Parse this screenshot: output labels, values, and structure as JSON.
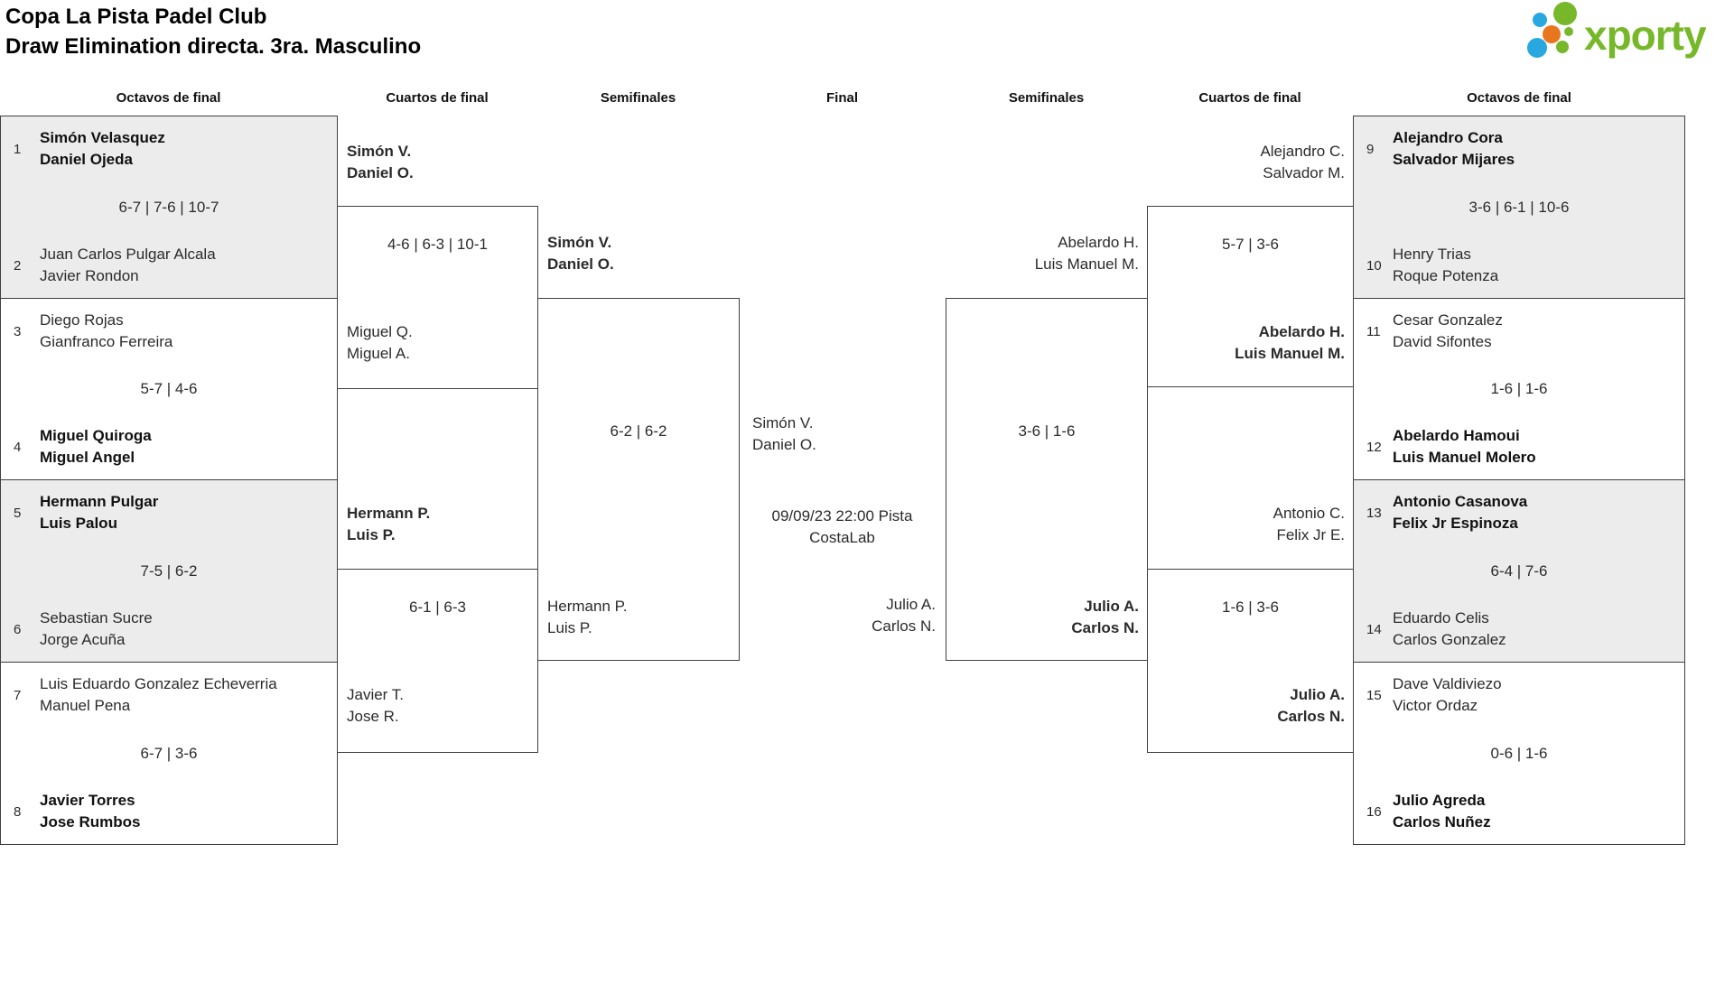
{
  "header": {
    "title_line1": "Copa La Pista Padel Club",
    "title_line2": "Draw Elimination directa. 3ra. Masculino",
    "logo_text": "xporty"
  },
  "colors": {
    "logo_green": "#76b82a",
    "logo_blue": "#29a8e0",
    "logo_orange": "#e8761e",
    "shaded_box": "#ececec",
    "line": "#3f3f3f"
  },
  "round_headers": [
    "Octavos de final",
    "Cuartos de final",
    "Semifinales",
    "Final",
    "Semifinales",
    "Cuartos de final",
    "Octavos de final"
  ],
  "octavos_left": [
    {
      "top": {
        "seed": "1",
        "line1": "Simón Velasquez",
        "line2": "Daniel Ojeda",
        "winner": true
      },
      "score": "6-7 | 7-6 | 10-7",
      "bottom": {
        "seed": "2",
        "line1": "Juan Carlos Pulgar Alcala",
        "line2": "Javier Rondon",
        "winner": false
      }
    },
    {
      "top": {
        "seed": "3",
        "line1": "Diego Rojas",
        "line2": "Gianfranco Ferreira",
        "winner": false
      },
      "score": "5-7 | 4-6",
      "bottom": {
        "seed": "4",
        "line1": "Miguel Quiroga",
        "line2": "Miguel Angel",
        "winner": true
      }
    },
    {
      "top": {
        "seed": "5",
        "line1": "Hermann Pulgar",
        "line2": "Luis Palou",
        "winner": true
      },
      "score": "7-5 | 6-2",
      "bottom": {
        "seed": "6",
        "line1": "Sebastian Sucre",
        "line2": "Jorge Acuña",
        "winner": false
      }
    },
    {
      "top": {
        "seed": "7",
        "line1": "Luis Eduardo Gonzalez Echeverria",
        "line2": "Manuel Pena",
        "winner": false
      },
      "score": "6-7 | 3-6",
      "bottom": {
        "seed": "8",
        "line1": "Javier Torres",
        "line2": "Jose Rumbos",
        "winner": true
      }
    }
  ],
  "octavos_right": [
    {
      "top": {
        "seed": "9",
        "line1": "Alejandro Cora",
        "line2": "Salvador Mijares",
        "winner": true
      },
      "score": "3-6 | 6-1 | 10-6",
      "bottom": {
        "seed": "10",
        "line1": "Henry Trias",
        "line2": "Roque Potenza",
        "winner": false
      }
    },
    {
      "top": {
        "seed": "11",
        "line1": "Cesar Gonzalez",
        "line2": "David Sifontes",
        "winner": false
      },
      "score": "1-6 | 1-6",
      "bottom": {
        "seed": "12",
        "line1": "Abelardo Hamoui",
        "line2": "Luis Manuel Molero",
        "winner": true
      }
    },
    {
      "top": {
        "seed": "13",
        "line1": "Antonio Casanova",
        "line2": "Felix Jr Espinoza",
        "winner": true
      },
      "score": "6-4 | 7-6",
      "bottom": {
        "seed": "14",
        "line1": "Eduardo Celis",
        "line2": "Carlos Gonzalez",
        "winner": false
      }
    },
    {
      "top": {
        "seed": "15",
        "line1": "Dave Valdiviezo",
        "line2": "Victor Ordaz",
        "winner": false
      },
      "score": "0-6 | 1-6",
      "bottom": {
        "seed": "16",
        "line1": "Julio Agreda",
        "line2": "Carlos Nuñez",
        "winner": true
      }
    }
  ],
  "cuartos_left": [
    {
      "top": {
        "line1": "Simón V.",
        "line2": "Daniel O.",
        "winner": true
      },
      "score": "4-6 | 6-3 | 10-1",
      "bottom": {
        "line1": "Miguel Q.",
        "line2": "Miguel A.",
        "winner": false
      }
    },
    {
      "top": {
        "line1": "Hermann P.",
        "line2": "Luis P.",
        "winner": true
      },
      "score": "6-1 | 6-3",
      "bottom": {
        "line1": "Javier T.",
        "line2": "Jose R.",
        "winner": false
      }
    }
  ],
  "cuartos_right": [
    {
      "top": {
        "line1": "Alejandro C.",
        "line2": "Salvador M.",
        "winner": false
      },
      "score": "5-7 | 3-6",
      "bottom": {
        "line1": "Abelardo H.",
        "line2": "Luis Manuel M.",
        "winner": true
      }
    },
    {
      "top": {
        "line1": "Antonio C.",
        "line2": "Felix Jr E.",
        "winner": false
      },
      "score": "1-6 | 3-6",
      "bottom": {
        "line1": "Julio A.",
        "line2": "Carlos N.",
        "winner": true
      }
    }
  ],
  "semifinal_left": {
    "top": {
      "line1": "Simón V.",
      "line2": "Daniel O.",
      "winner": true
    },
    "score": "6-2 | 6-2",
    "bottom": {
      "line1": "Hermann P.",
      "line2": "Luis P.",
      "winner": false
    }
  },
  "semifinal_right": {
    "top": {
      "line1": "Abelardo H.",
      "line2": "Luis Manuel M.",
      "winner": false
    },
    "score": "3-6 | 1-6",
    "bottom": {
      "line1": "Julio A.",
      "line2": "Carlos N.",
      "winner": true
    }
  },
  "final": {
    "top": {
      "line1": "Simón V.",
      "line2": "Daniel O.",
      "winner": false
    },
    "info_line1": "09/09/23 22:00 Pista",
    "info_line2": "CostaLab",
    "bottom": {
      "line1": "Julio A.",
      "line2": "Carlos N.",
      "winner": false
    }
  }
}
